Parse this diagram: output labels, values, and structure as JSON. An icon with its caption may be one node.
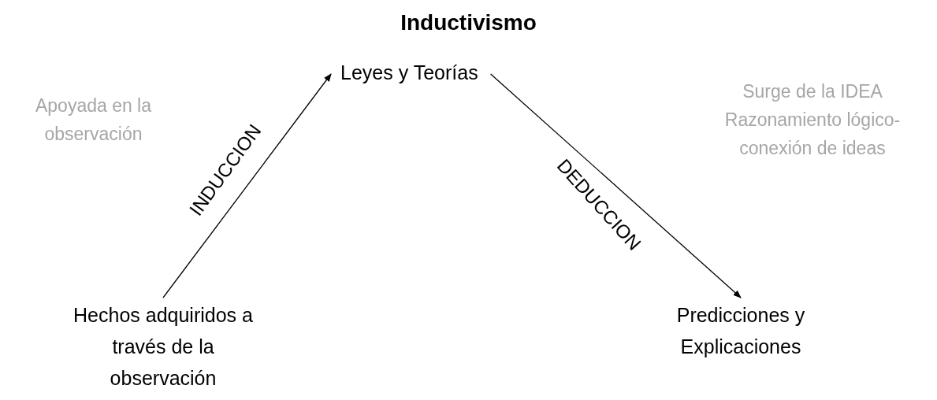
{
  "diagram": {
    "title": "Inductivismo",
    "nodes": [
      {
        "text": [
          "Leyes y Teorías"
        ]
      },
      {
        "text": [
          "Hechos adquiridos a través de la observación"
        ]
      },
      {
        "text": [
          "Predicciones y Explicaciones"
        ]
      }
    ],
    "edges": [
      {
        "from": 1,
        "to": 0,
        "arrow": "to",
        "label": "INDUCCION"
      },
      {
        "from": 0,
        "to": 2,
        "arrow": "to",
        "label": "DEDUCCION"
      }
    ],
    "labels": [
      "Apoyada en la observación",
      "Surge de la IDEA Razonamiento lógico- conexión de ideas"
    ]
  }
}
